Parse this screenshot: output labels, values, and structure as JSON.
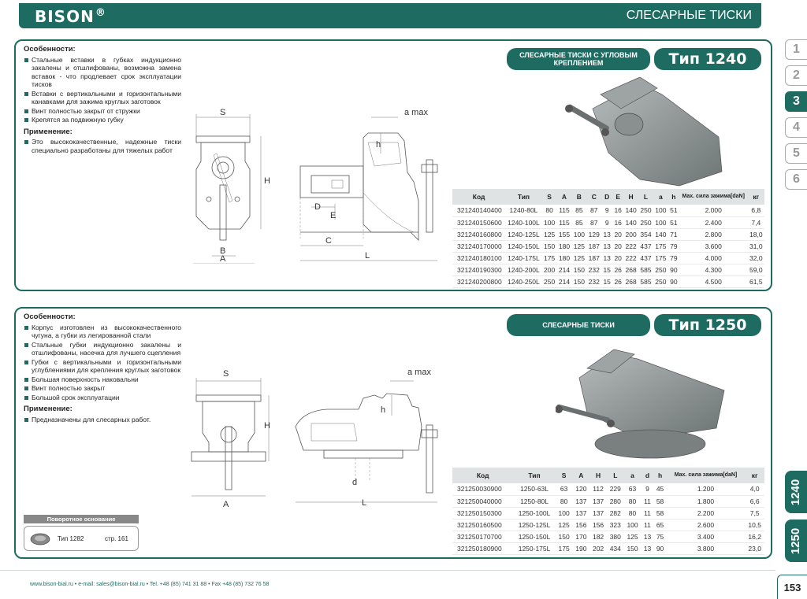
{
  "header": {
    "brand": "BISON",
    "brand_mark": "®",
    "title": "СЛЕСАРНЫЕ ТИСКИ"
  },
  "side_tabs": [
    "1",
    "2",
    "3",
    "4",
    "5",
    "6"
  ],
  "vertical_tabs": [
    "1240",
    "1250"
  ],
  "section1": {
    "features_title": "Особенности:",
    "features": [
      "Стальные вставки в губках индукционно закалены и отшлифованы, возможна замена вставок - что продлевает срок эксплуатации тисков",
      "Вставки с вертикальными и горизонтальными канавками для зажима круглых заготовок",
      "Винт полностью закрыт от стружки",
      "Крепятся за подвижную губку"
    ],
    "application_title": "Применение:",
    "application": [
      "Это высококачественные, надежные тиски специально разработаны для тяжелых работ"
    ],
    "pill_label": "СЛЕСАРНЫЕ ТИСКИ С УГЛОВЫМ КРЕПЛЕНИЕМ",
    "type_label": "Тип 1240",
    "dims": {
      "S": "S",
      "H": "H",
      "B": "B",
      "A": "A",
      "amax": "a max",
      "h": "h",
      "D": "D",
      "E": "E",
      "C": "C",
      "L": "L"
    },
    "table": {
      "headers": [
        "Код",
        "Тип",
        "S",
        "A",
        "B",
        "C",
        "D",
        "E",
        "H",
        "L",
        "a",
        "h",
        "Мах. сила зажима[daN]",
        "кг"
      ],
      "rows": [
        [
          "321240140400",
          "1240-80L",
          "80",
          "115",
          "85",
          "87",
          "9",
          "16",
          "140",
          "250",
          "100",
          "51",
          "2.000",
          "6,8"
        ],
        [
          "321240150600",
          "1240-100L",
          "100",
          "115",
          "85",
          "87",
          "9",
          "16",
          "140",
          "250",
          "100",
          "51",
          "2.400",
          "7,4"
        ],
        [
          "321240160800",
          "1240-125L",
          "125",
          "155",
          "100",
          "129",
          "13",
          "20",
          "200",
          "354",
          "140",
          "71",
          "2.800",
          "18,0"
        ],
        [
          "321240170000",
          "1240-150L",
          "150",
          "180",
          "125",
          "187",
          "13",
          "20",
          "222",
          "437",
          "175",
          "79",
          "3.600",
          "31,0"
        ],
        [
          "321240180100",
          "1240-175L",
          "175",
          "180",
          "125",
          "187",
          "13",
          "20",
          "222",
          "437",
          "175",
          "79",
          "4.000",
          "32,0"
        ],
        [
          "321240190300",
          "1240-200L",
          "200",
          "214",
          "150",
          "232",
          "15",
          "26",
          "268",
          "585",
          "250",
          "90",
          "4.300",
          "59,0"
        ],
        [
          "321240200800",
          "1240-250L",
          "250",
          "214",
          "150",
          "232",
          "15",
          "26",
          "268",
          "585",
          "250",
          "90",
          "4.500",
          "61,5"
        ]
      ]
    }
  },
  "section2": {
    "features_title": "Особенности:",
    "features": [
      "Корпус изготовлен из высококачественного чугуна, а губки из легированной стали",
      "Стальные губки индукционно закалены и отшлифованы, насечка для лучшего сцепления",
      "Губки с вертикальными и горизонтальными углублениями для крепления круглых заготовок",
      "Большая поверхность наковальни",
      "Винт полностью закрыт",
      "Большой срок эксплуатации"
    ],
    "application_title": "Применение:",
    "application": [
      "Предназначены для слесарных работ."
    ],
    "rotary": {
      "label": "Поворотное основание",
      "type": "Тип 1282",
      "page": "стр. 161"
    },
    "pill_label": "СЛЕСАРНЫЕ ТИСКИ",
    "type_label": "Тип 1250",
    "dims": {
      "S": "S",
      "H": "H",
      "A": "A",
      "amax": "a max",
      "h": "h",
      "d": "d",
      "L": "L"
    },
    "table": {
      "headers": [
        "Код",
        "Тип",
        "S",
        "A",
        "H",
        "L",
        "a",
        "d",
        "h",
        "Мах. сила зажима[daN]",
        "кг"
      ],
      "rows": [
        [
          "321250030900",
          "1250-63L",
          "63",
          "120",
          "112",
          "229",
          "63",
          "9",
          "45",
          "1.200",
          "4,0"
        ],
        [
          "321250040000",
          "1250-80L",
          "80",
          "137",
          "137",
          "280",
          "80",
          "11",
          "58",
          "1.800",
          "6,6"
        ],
        [
          "321250150300",
          "1250-100L",
          "100",
          "137",
          "137",
          "282",
          "80",
          "11",
          "58",
          "2.200",
          "7,5"
        ],
        [
          "321250160500",
          "1250-125L",
          "125",
          "156",
          "156",
          "323",
          "100",
          "11",
          "65",
          "2.600",
          "10,5"
        ],
        [
          "321250170700",
          "1250-150L",
          "150",
          "170",
          "182",
          "380",
          "125",
          "13",
          "75",
          "3.400",
          "16,2"
        ],
        [
          "321250180900",
          "1250-175L",
          "175",
          "190",
          "202",
          "434",
          "150",
          "13",
          "90",
          "3.800",
          "23,0"
        ]
      ]
    }
  },
  "footer": {
    "text": "www.bison-bial.ru  •  e-mail: sales@bison-bial.ru  •  Tel. +48 (85) 741 31 88  •  Fax +48 (85) 732 76 58",
    "page": "153"
  },
  "colors": {
    "brand": "#1e6b62",
    "header_row": "#dfe3e3"
  }
}
